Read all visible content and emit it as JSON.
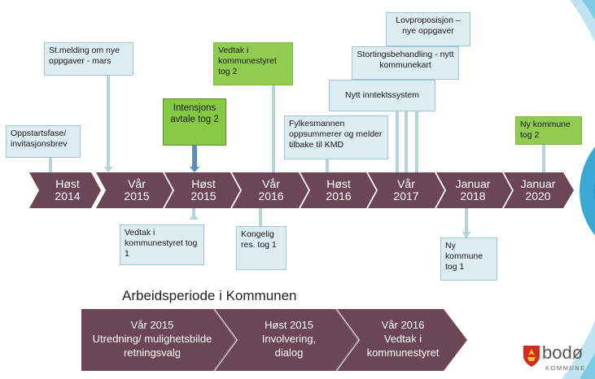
{
  "timeline": {
    "stages": [
      {
        "line1": "Høst",
        "line2": "2014"
      },
      {
        "line1": "Vår",
        "line2": "2015"
      },
      {
        "line1": "Høst",
        "line2": "2015"
      },
      {
        "line1": "Vår",
        "line2": "2016"
      },
      {
        "line1": "Høst",
        "line2": "2016"
      },
      {
        "line1": "Vår",
        "line2": "2017"
      },
      {
        "line1": "Januar",
        "line2": "2018"
      },
      {
        "line1": "Januar",
        "line2": "2020"
      }
    ]
  },
  "boxes": {
    "oppstart": "Oppstartsfase/ invitasjonsbrev",
    "stmelding": "St.melding om nye oppgaver - mars",
    "intensjon": "Intensjons avtale tog 2",
    "vedtak_tog2": "Vedtak i kommunestyret tog 2",
    "fylkesmannen": "Fylkesmannen oppsummerer og melder tilbake til KMD",
    "inntekt": "Nytt inntektssystem",
    "storting": "Stortingsbehandling - nytt kommunekart",
    "lovprop": "Lovproposisjon – nye oppgaver",
    "ny_kommune_tog2": "Ny kommune tog 2",
    "vedtak_tog1": "Vedtak i kommunestyret tog 1",
    "kongelig": "Kongelig res. tog 1",
    "ny_kommune_tog1": "Ny kommune tog 1"
  },
  "workperiod": {
    "title": "Arbeidsperiode i Kommunen",
    "phases": [
      {
        "line1": "Vår 2015",
        "line2": "Utredning/ mulighetsbilde",
        "line3": "retningsvalg"
      },
      {
        "line1": "Høst 2015",
        "line2": "Involvering,",
        "line3": "dialog"
      },
      {
        "line1": "Vår 2016",
        "line2": "Vedtak i",
        "line3": "kommunestyret"
      }
    ]
  },
  "logo": {
    "name": "bodø",
    "sub": "KOMMUNE"
  },
  "colors": {
    "chevron": "#6b4654",
    "box": "#dcecf0",
    "green": "#8fcc4f",
    "arc": "#40b0d8"
  }
}
